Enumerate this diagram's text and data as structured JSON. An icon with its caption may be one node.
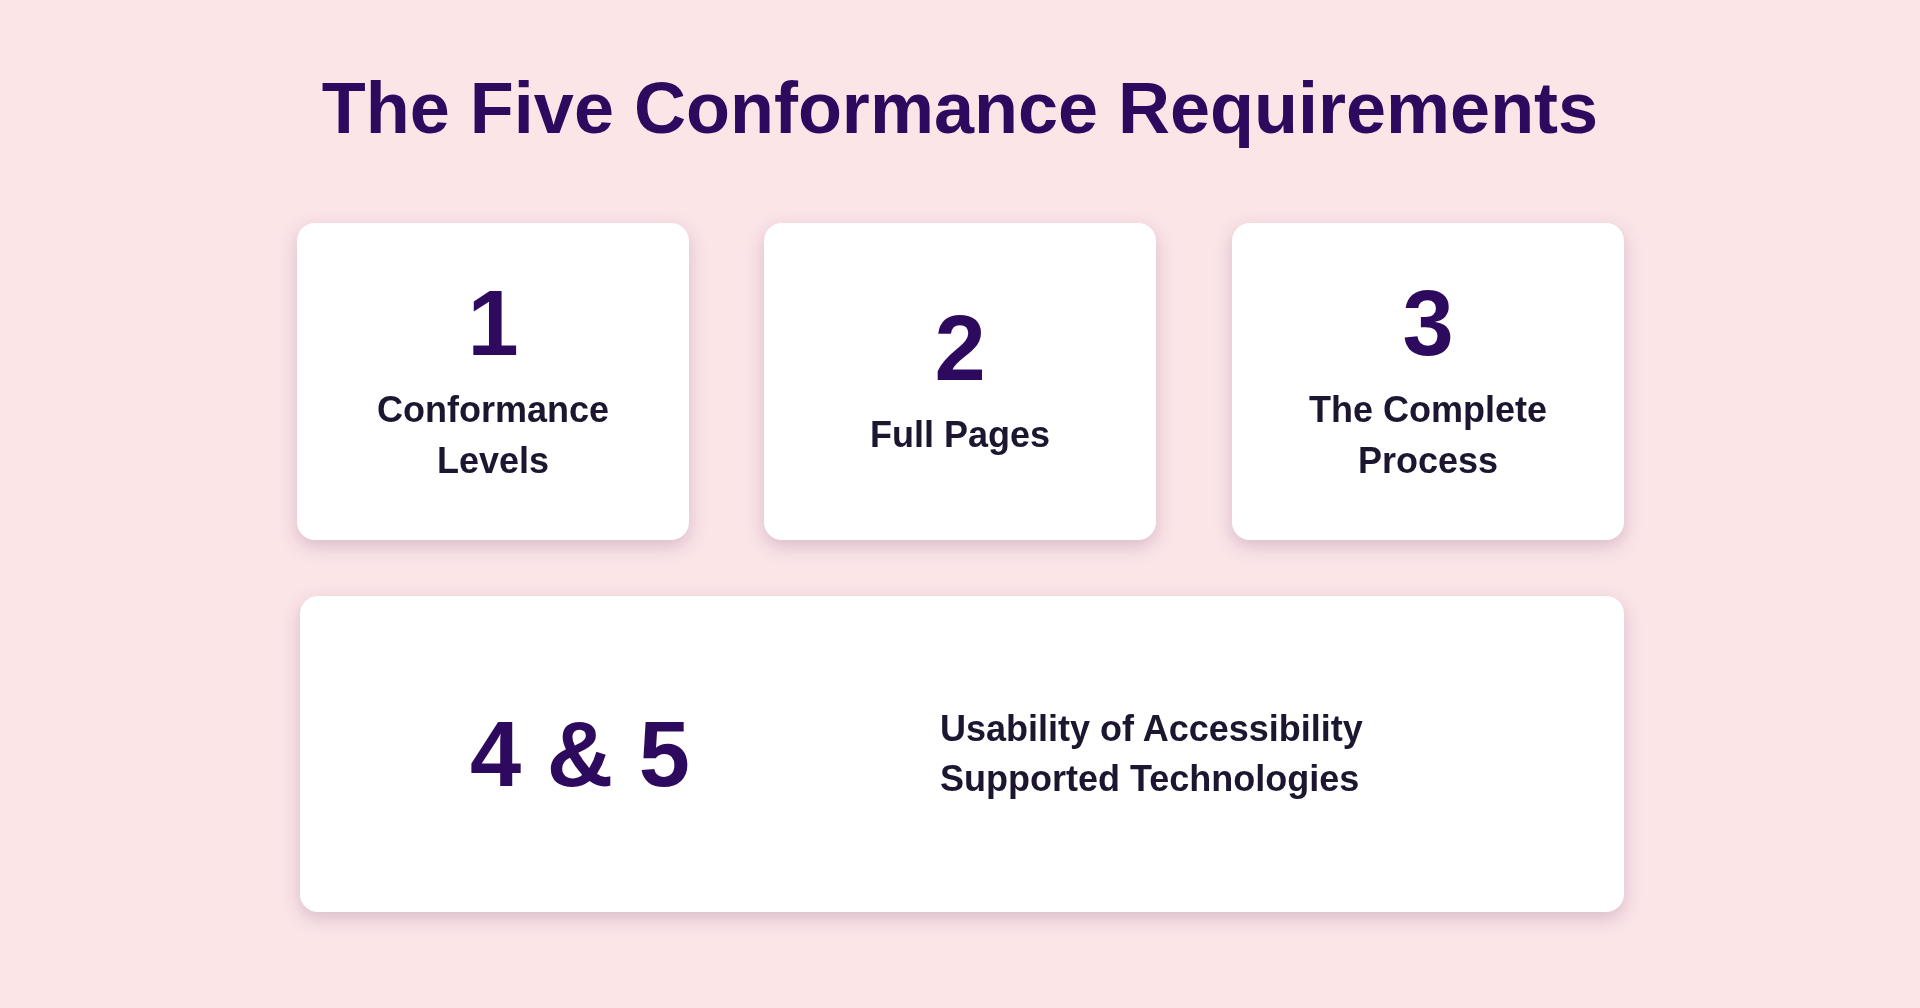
{
  "diagram": {
    "title": "The Five Conformance Requirements",
    "nodes": [
      {
        "text": [
          "1",
          "Conformance Levels"
        ]
      },
      {
        "text": [
          "2",
          "Full Pages"
        ]
      },
      {
        "text": [
          "3",
          "The Complete Process"
        ]
      },
      {
        "text": [
          "4 & 5",
          "Usability of Accessibility Supported Technologies"
        ]
      }
    ]
  }
}
